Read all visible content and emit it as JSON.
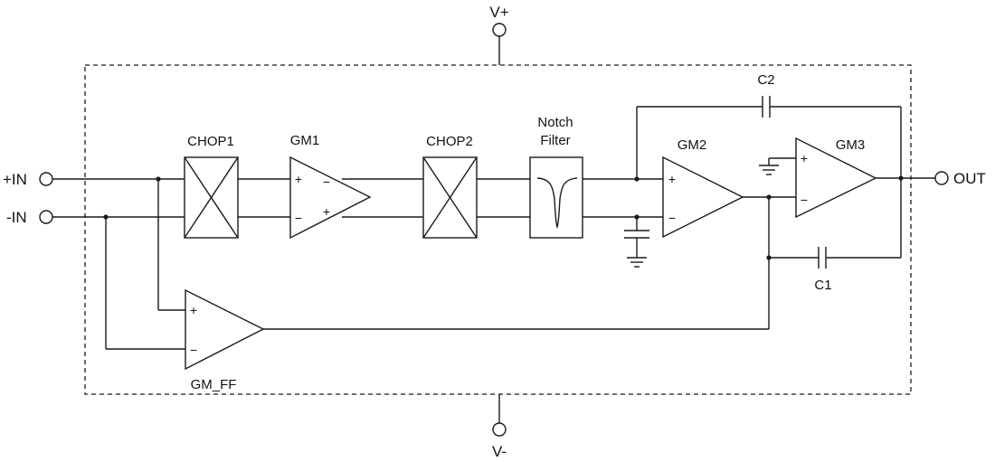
{
  "supply": {
    "positive": "V+",
    "negative": "V-"
  },
  "pins": {
    "in_plus": "+IN",
    "in_minus": "-IN",
    "out": "OUT"
  },
  "blocks": {
    "chop1": "CHOP1",
    "gm1": "GM1",
    "chop2": "CHOP2",
    "notch_line1": "Notch",
    "notch_line2": "Filter",
    "gm2": "GM2",
    "gm3": "GM3",
    "gm_ff": "GM_FF"
  },
  "capacitors": {
    "c1": "C1",
    "c2": "C2"
  },
  "signs": {
    "plus": "+",
    "minus": "−"
  }
}
